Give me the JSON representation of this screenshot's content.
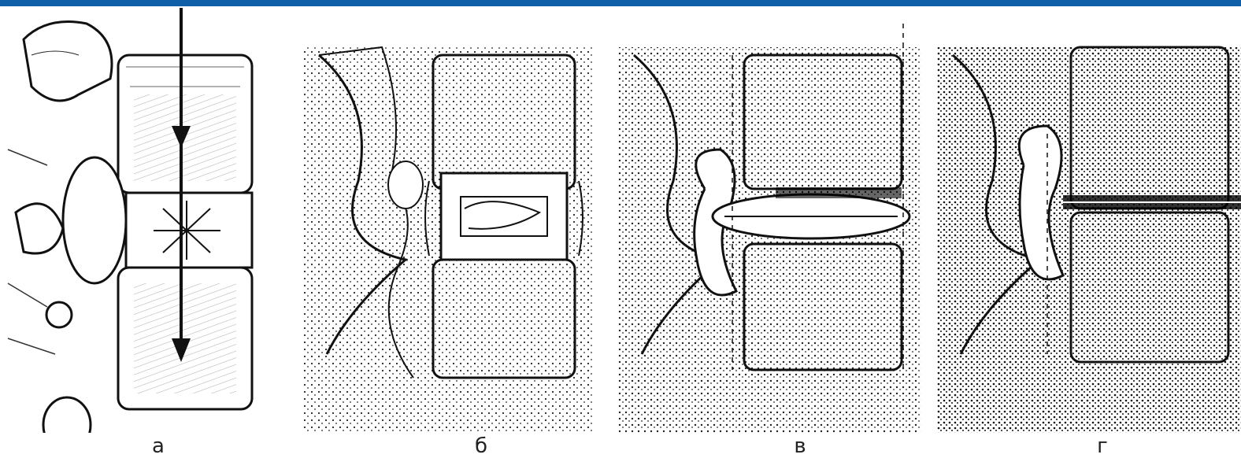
{
  "accent_color": "#0f5fa8",
  "panels": [
    {
      "label": "а",
      "icon": "vertebra-compression-icon"
    },
    {
      "label": "б",
      "icon": "disc-stage-1-icon"
    },
    {
      "label": "в",
      "icon": "disc-stage-2-icon"
    },
    {
      "label": "г",
      "icon": "disc-stage-3-icon"
    }
  ]
}
